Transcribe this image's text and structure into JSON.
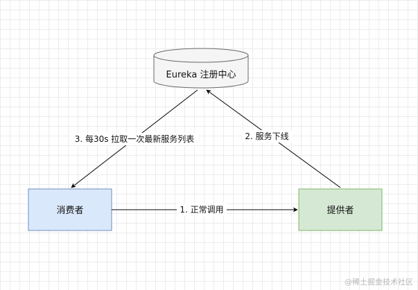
{
  "nodes": {
    "eureka": {
      "label": "Eureka 注册中心",
      "fill": "#f5f5f5",
      "stroke": "#666666"
    },
    "consumer": {
      "label": "消费者",
      "fill": "#dae8fc",
      "stroke": "#6c8ebf"
    },
    "provider": {
      "label": "提供者",
      "fill": "#d5e8d4",
      "stroke": "#82b366"
    }
  },
  "edges": {
    "call": {
      "label": "1. 正常调用"
    },
    "offline": {
      "label": "2. 服务下线"
    },
    "pull": {
      "label": "3. 每30s 拉取一次最新服务列表"
    }
  },
  "watermark": "@稀土掘金技术社区"
}
